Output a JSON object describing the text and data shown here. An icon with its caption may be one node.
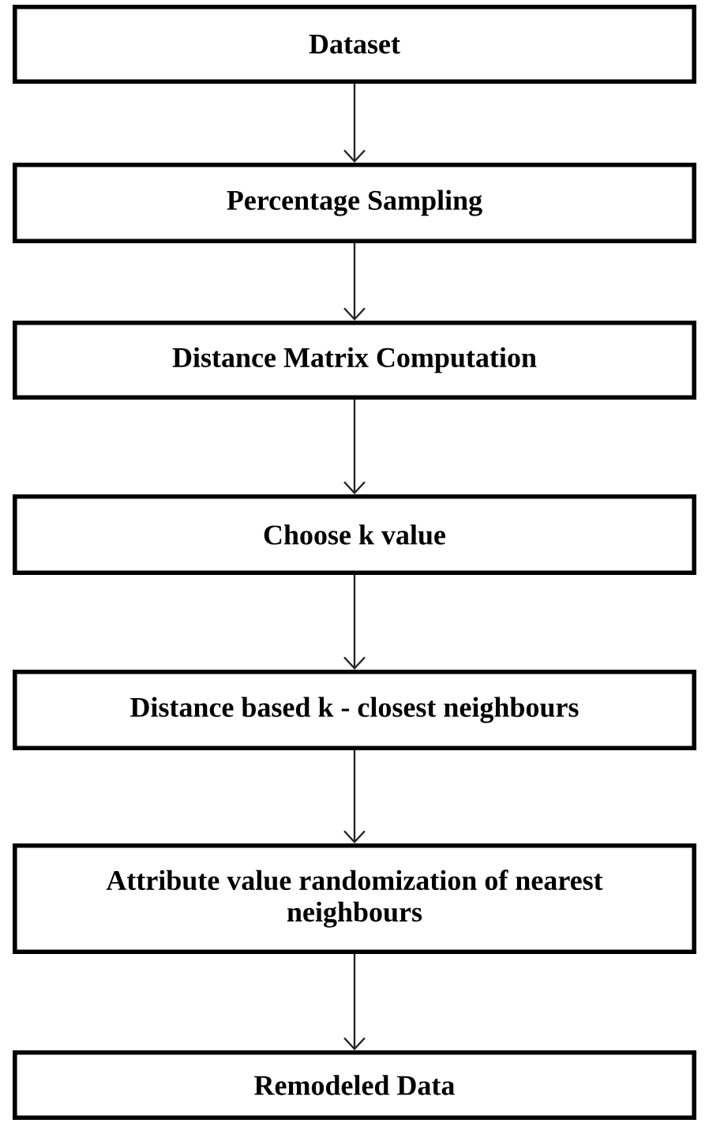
{
  "diagram": {
    "nodes": [
      {
        "text": [
          "Dataset"
        ]
      },
      {
        "text": [
          "Percentage Sampling"
        ]
      },
      {
        "text": [
          "Distance Matrix Computation"
        ]
      },
      {
        "text": [
          "Choose k value"
        ]
      },
      {
        "text": [
          "Distance based k - closest neighbours"
        ]
      },
      {
        "text": [
          "Attribute value randomization of nearest neighbours"
        ]
      },
      {
        "text": [
          "Remodeled Data"
        ]
      }
    ],
    "edges": [
      {
        "from": 0,
        "to": 1,
        "arrow": "to"
      },
      {
        "from": 1,
        "to": 2,
        "arrow": "to"
      },
      {
        "from": 2,
        "to": 3,
        "arrow": "to"
      },
      {
        "from": 3,
        "to": 4,
        "arrow": "to"
      },
      {
        "from": 4,
        "to": 5,
        "arrow": "to"
      },
      {
        "from": 5,
        "to": 6,
        "arrow": "to"
      }
    ]
  }
}
